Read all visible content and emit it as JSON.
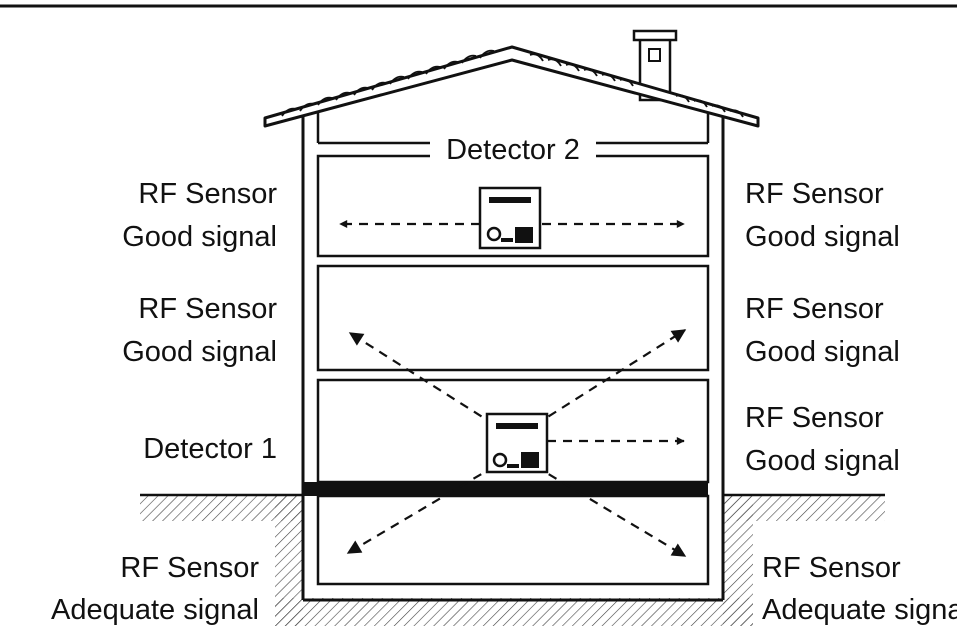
{
  "labels": {
    "detector_top": "Detector 2",
    "detector_mid": "Detector 1",
    "left": [
      {
        "line1": "RF Sensor",
        "line2": "Good signal"
      },
      {
        "line1": "RF Sensor",
        "line2": "Good signal"
      },
      {
        "line1": "RF Sensor",
        "line2": "Adequate signal"
      }
    ],
    "right": [
      {
        "line1": "RF Sensor",
        "line2": "Good signal"
      },
      {
        "line1": "RF Sensor",
        "line2": "Good signal"
      },
      {
        "line1": "RF Sensor",
        "line2": "Good signal"
      },
      {
        "line1": "RF Sensor",
        "line2": "Adequate signal"
      }
    ]
  },
  "colors": {
    "line": "#111111",
    "background": "#ffffff",
    "hatch": "#444444"
  }
}
